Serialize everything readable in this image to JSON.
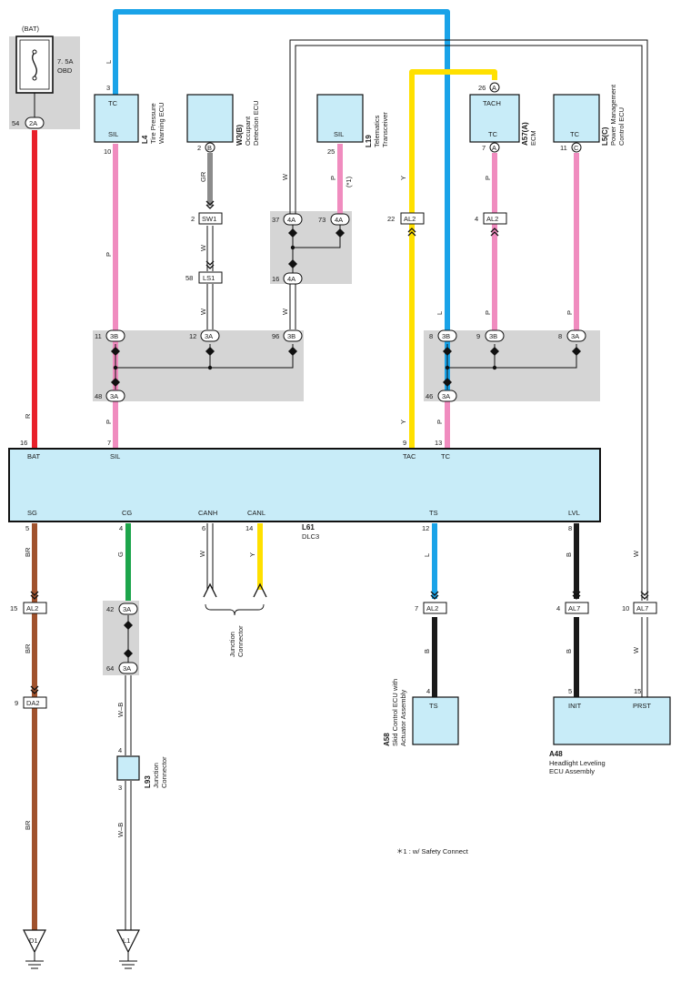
{
  "power": {
    "source": "(BAT)",
    "fuse_rating": "7. 5A",
    "fuse_name": "OBD",
    "conn_pin": "54",
    "conn_id": "2A"
  },
  "top_ecus": [
    {
      "code": "L4",
      "name1": "Tire Pressure",
      "name2": "Warning ECU",
      "term_top": "TC",
      "term_bot": "SIL",
      "pin_top": "3",
      "pin_bot": "10"
    },
    {
      "code": "W3(B)",
      "name1": "Occupant",
      "name2": "Detection ECU",
      "pin_bot": "2",
      "conn": "B"
    },
    {
      "code": "L19",
      "name1": "Telematics",
      "name2": "Transceiver",
      "term_bot": "SIL",
      "pin_bot": "25"
    },
    {
      "code": "A57(A)",
      "name1": "ECM",
      "name2": "",
      "term_top": "TACH",
      "term_bot": "TC",
      "pin_top": "26",
      "pin_bot": "7",
      "conn": "A"
    },
    {
      "code": "L5(C)",
      "name1": "Power Management",
      "name2": "Control ECU",
      "term_bot": "TC",
      "pin_bot": "11",
      "conn": "C"
    }
  ],
  "wire_colors": {
    "L": "L",
    "P": "P",
    "GR": "GR",
    "W": "W",
    "Y": "Y",
    "R": "R",
    "BR": "BR",
    "G": "G",
    "B": "B",
    "WB": "W–B"
  },
  "star_note_tag": "(*1)",
  "connectors": {
    "sw1": {
      "pin": "2",
      "id": "SW1"
    },
    "ls1": {
      "pin": "58",
      "id": "LS1"
    },
    "j37": {
      "pin": "37",
      "id": "4A"
    },
    "j73": {
      "pin": "73",
      "id": "4A"
    },
    "j16": {
      "pin": "16",
      "id": "4A"
    },
    "al2a": {
      "pin": "22",
      "id": "AL2"
    },
    "al2b": {
      "pin": "4",
      "id": "AL2"
    },
    "b11": {
      "pin": "11",
      "id": "3B"
    },
    "b12": {
      "pin": "12",
      "id": "3A"
    },
    "b96": {
      "pin": "96",
      "id": "3B"
    },
    "b48": {
      "pin": "48",
      "id": "3A"
    },
    "b8": {
      "pin": "8",
      "id": "3B"
    },
    "b9": {
      "pin": "9",
      "id": "3B"
    },
    "b8c": {
      "pin": "8",
      "id": "3A"
    },
    "b46": {
      "pin": "46",
      "id": "3A"
    }
  },
  "dlc": {
    "code": "L61",
    "name": "DLC3",
    "top_terms": [
      {
        "pin": "16",
        "label": "BAT"
      },
      {
        "pin": "7",
        "label": "SIL"
      },
      {
        "pin": "9",
        "label": "TAC"
      },
      {
        "pin": "13",
        "label": "TC"
      }
    ],
    "bot_terms": [
      {
        "pin": "5",
        "label": "SG"
      },
      {
        "pin": "4",
        "label": "CG"
      },
      {
        "pin": "6",
        "label": "CANH"
      },
      {
        "pin": "14",
        "label": "CANL"
      },
      {
        "pin": "12",
        "label": "TS"
      },
      {
        "pin": "8",
        "label": "LVL"
      }
    ]
  },
  "lower": {
    "al2_15": {
      "pin": "15",
      "id": "AL2"
    },
    "da2": {
      "pin": "9",
      "id": "DA2"
    },
    "g_d1": {
      "id": "D1"
    },
    "c42": {
      "pin": "42",
      "id": "3A"
    },
    "c64": {
      "pin": "64",
      "id": "3A"
    },
    "l93": {
      "code": "L93",
      "name1": "Junction",
      "name2": "Connector",
      "pin_top": "4",
      "pin_bot": "3"
    },
    "g_l1": {
      "id": "L1"
    },
    "jc": {
      "name1": "Junction",
      "name2": "Connector"
    },
    "al2_7": {
      "pin": "7",
      "id": "AL2"
    },
    "al7_4": {
      "pin": "4",
      "id": "AL7"
    },
    "al7_10": {
      "pin": "10",
      "id": "AL7"
    },
    "a58": {
      "code": "A58",
      "name1": "Skid Control ECU with",
      "name2": "Actuator Assembly",
      "term": "TS",
      "pin": "4"
    },
    "a48": {
      "code": "A48",
      "name1": "Headlight Leveling",
      "name2": "ECU Assembly",
      "term1": "INIT",
      "term2": "PRST",
      "pin1": "5",
      "pin2": "15"
    }
  },
  "footnote": "＊1 : w/ Safety Connect"
}
